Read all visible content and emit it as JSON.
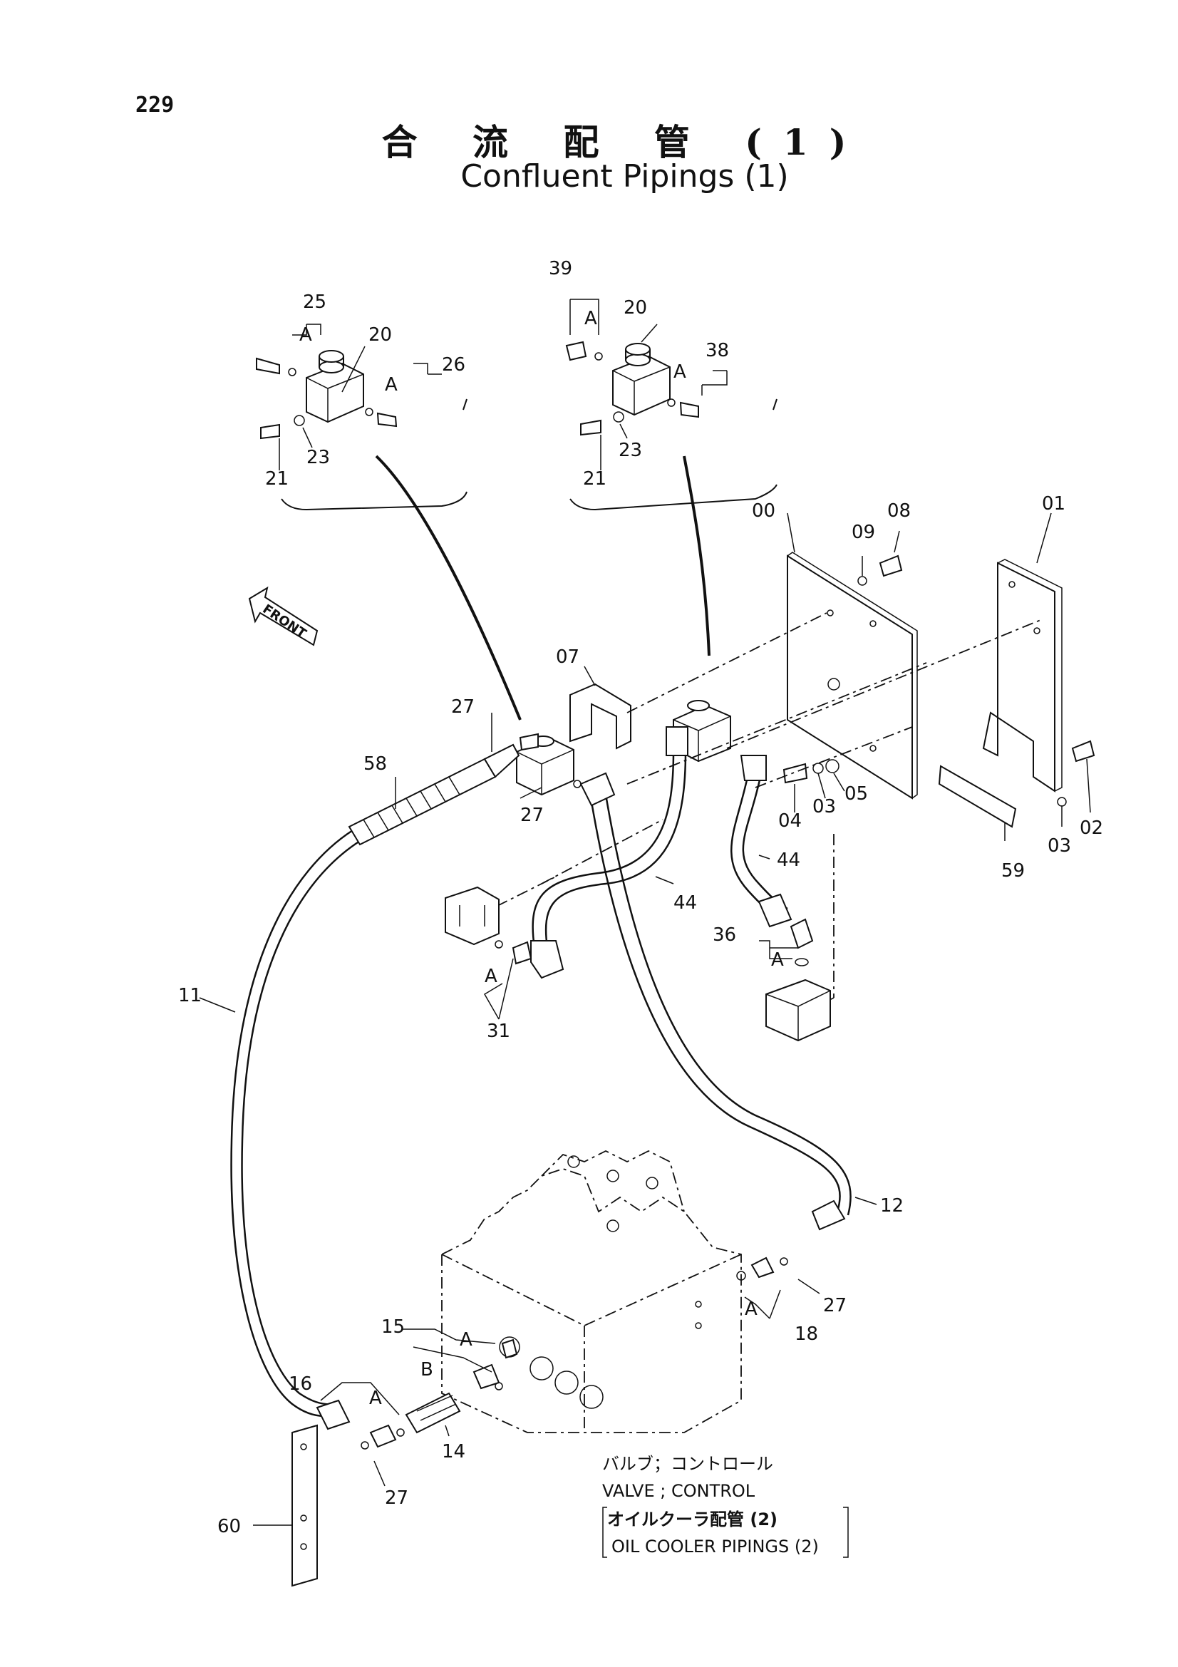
{
  "page_number": "229",
  "title_jp": "合 流 配 管 (1)",
  "title_en": "Confluent Pipings  (1)",
  "front_label": "FRONT",
  "labels": {
    "p25": "25",
    "p20a": "20",
    "p26": "26",
    "p21a": "21",
    "p23a": "23",
    "p39": "39",
    "p20b": "20",
    "p38": "38",
    "p21b": "21",
    "p23b": "23",
    "p00": "00",
    "p01": "01",
    "p09": "09",
    "p08": "08",
    "p07": "07",
    "p27a": "27",
    "p27b": "27",
    "p58": "58",
    "p04": "04",
    "p03a": "03",
    "p05": "05",
    "p03b": "03",
    "p02": "02",
    "p59": "59",
    "p44a": "44",
    "p44b": "44",
    "p36": "36",
    "p31": "31",
    "p11": "11",
    "p12": "12",
    "p27c": "27",
    "p18": "18",
    "p15": "15",
    "p16": "16",
    "p14": "14",
    "p27d": "27",
    "p60": "60",
    "A": "A",
    "B": "B"
  },
  "notes": {
    "valve_jp": "バルブ；コントロール",
    "valve_en": "VALVE ; CONTROL",
    "oil_jp": "オイルクーラ配管 (2)",
    "oil_en": "OIL COOLER  PIPINGS (2)"
  }
}
